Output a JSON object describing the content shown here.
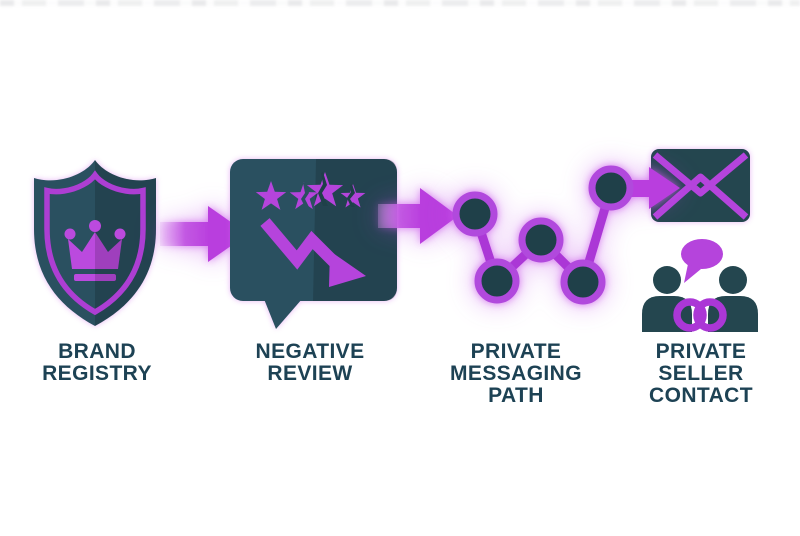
{
  "title_note": "flow infographic",
  "steps": [
    {
      "id": "brand-registry",
      "icon": "shield-crown-icon",
      "label_lines": [
        "BRAND",
        "REGISTRY"
      ]
    },
    {
      "id": "negative-review",
      "icon": "review-bubble-stars-icon",
      "label_lines": [
        "NEGATIVE",
        "REVIEW"
      ]
    },
    {
      "id": "private-messaging-path",
      "icon": "connected-path-icon",
      "label_lines": [
        "PRIVATE",
        "MESSAGING",
        "PATH"
      ]
    },
    {
      "id": "private-seller-contact",
      "icon": "envelope-people-icon",
      "label_lines": [
        "PRIVATE",
        "SELLER",
        "CONTACT"
      ]
    }
  ],
  "connectors": [
    {
      "id": "arrow-1",
      "type": "right-arrow"
    },
    {
      "id": "arrow-2",
      "type": "right-arrow"
    },
    {
      "id": "arrow-3",
      "type": "right-arrow-into-envelope"
    }
  ],
  "colors": {
    "background": "#ffffff",
    "teal_base": "#2a5060",
    "teal_deep": "#1f4049",
    "teal_icon": "#24464f",
    "purple_main": "#b43fdd",
    "purple_line": "#ab37d6",
    "label_text": "#1d4254"
  }
}
